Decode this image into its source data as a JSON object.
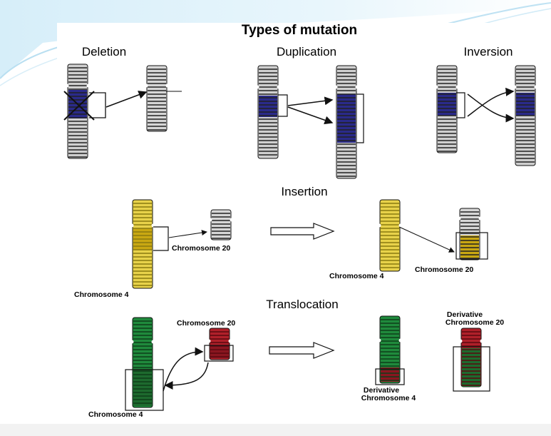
{
  "diagram": {
    "title": "Types of mutation",
    "sections": {
      "deletion": "Deletion",
      "duplication": "Duplication",
      "inversion": "Inversion",
      "insertion": "Insertion",
      "translocation": "Translocation"
    },
    "labels": {
      "insertion_chr20_before": "Chromosome 20",
      "insertion_chr4_before": "Chromosome 4",
      "insertion_chr20_after": "Chromosome 20",
      "insertion_chr4_after": "Chromosome 4",
      "trans_chr20": "Chromosome 20",
      "trans_chr4": "Chromosome 4",
      "trans_deriv20_line1": "Derivative",
      "trans_deriv20_line2": "Chromosome 20",
      "trans_deriv4_line1": "Derivative",
      "trans_deriv4_line2": "Chromosome 4"
    }
  },
  "colors": {
    "background": "#ffffff",
    "decor_blue": "#cfeaf7",
    "band_dark": "#222222",
    "highlight_blue": "#2a2a8a",
    "chr4_yellow": "#e8d24a",
    "chr4_green": "#1f8a3c",
    "chr20_red": "#b0202a"
  }
}
